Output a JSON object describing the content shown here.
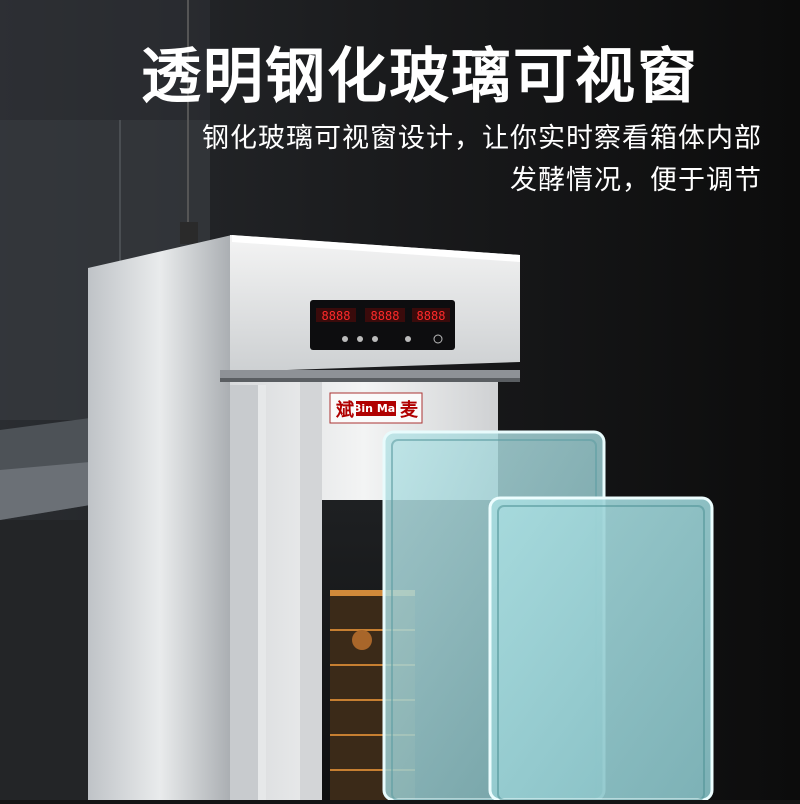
{
  "headline": "透明钢化玻璃可视窗",
  "description": {
    "line1": "钢化玻璃可视窗设计，让你实时察看箱体内部",
    "line2": "发酵情况，便于调节"
  },
  "product": {
    "brand_cn_left": "斌",
    "brand_en": "Bin Mai",
    "brand_cn_right": "麦",
    "display_readings": [
      "8888",
      "8888",
      "8888"
    ]
  }
}
